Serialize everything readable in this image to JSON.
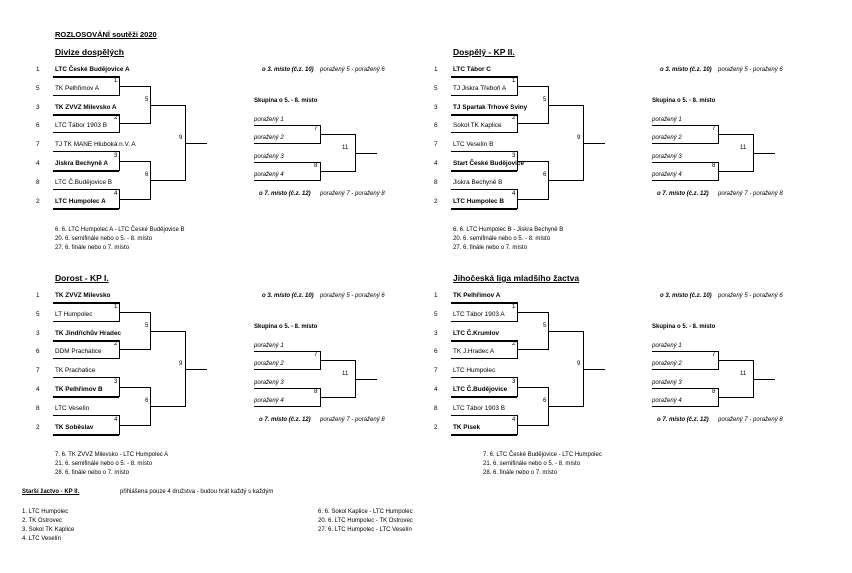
{
  "title": "ROZLOSOVÁNÍ soutěží 2020",
  "brackets": [
    {
      "name": "Divize dospělých",
      "seeds": [
        "1",
        "5",
        "3",
        "6",
        "7",
        "4",
        "8",
        "2"
      ],
      "teams": [
        "LTC České Budějovice A",
        "TK Pelhřimov A",
        "TK ZVVZ Milevsko A",
        "LTC Tábor 1903 B",
        "TJ TK MANE Hluboká n.V. A",
        "Jiskra Bechyně A",
        "LTC Č.Budějovice B",
        "LTC Humpolec A"
      ],
      "bold": [
        true,
        false,
        true,
        false,
        false,
        true,
        false,
        true
      ],
      "r1": [
        "1",
        "2",
        "3",
        "4"
      ],
      "sf": [
        "5",
        "6"
      ],
      "final": "9",
      "third": "o 3. místo (č.z. 10)",
      "third_score": "poražený 5 - poražený 6",
      "group_title": "Skupina o 5. - 8. místo",
      "group": [
        "poražený 1",
        "poražený 2",
        "poražený 3",
        "poražený 4"
      ],
      "group_sf": [
        "7",
        "8"
      ],
      "group_final": "11",
      "seventh": "o 7. místo (č.z. 12)",
      "seventh_score": "poražený 7 - poražený 8",
      "notes": [
        "6. 6. LTC Humpolec A - LTC České Budějovice B",
        "20. 6. semifinále nebo o 5. - 8. místo",
        "27. 6. finále nebo o 7. místo"
      ]
    },
    {
      "name": "Dospělý - KP II.",
      "seeds": [
        "1",
        "5",
        "3",
        "6",
        "7",
        "4",
        "8",
        "2"
      ],
      "teams": [
        "LTC Tábor C",
        "TJ Jiskra Třeboň A",
        "TJ Spartak Trhové Sviny",
        "Sokol TK Kaplice",
        "LTC Veselín B",
        "Start České Budějovice",
        "Jiskra Bechyně B",
        "LTC Humpolec B"
      ],
      "bold": [
        true,
        false,
        true,
        false,
        false,
        true,
        false,
        true
      ],
      "r1": [
        "1",
        "2",
        "3",
        "4"
      ],
      "sf": [
        "5",
        "6"
      ],
      "final": "9",
      "third": "o 3. místo (č.z. 10)",
      "third_score": "poražený 5 - poražený 6",
      "group_title": "Skupina o 5. - 8. místo",
      "group": [
        "poražený 1",
        "poražený 2",
        "poražený 3",
        "poražený 4"
      ],
      "group_sf": [
        "7",
        "8"
      ],
      "group_final": "11",
      "seventh": "o 7. místo (č.z. 12)",
      "seventh_score": "poražený 7 - poražený 8",
      "notes": [
        "6. 6. LTC Humpolec B - Jiskra Bechyně B",
        "20. 6. semifinále nebo o 5. - 8. místo",
        "27. 6. finále nebo o 7. místo"
      ]
    },
    {
      "name": "Dorost - KP I.",
      "seeds": [
        "1",
        "5",
        "3",
        "6",
        "7",
        "4",
        "8",
        "2"
      ],
      "teams": [
        "TK ZVVZ Milevsko",
        "LT Humpolec",
        "TK Jindřichův Hradec",
        "DDM Prachatice",
        "TK Prachatice",
        "TK Pelhřimov B",
        "LTC Veselín",
        "TK Soběslav"
      ],
      "bold": [
        true,
        false,
        true,
        false,
        false,
        true,
        false,
        true
      ],
      "r1": [
        "1",
        "2",
        "3",
        "4"
      ],
      "sf": [
        "5",
        "6"
      ],
      "final": "9",
      "third": "o 3. místo (č.z. 10)",
      "third_score": "poražený 5 - poražený 6",
      "group_title": "Skupina o 5. - 8. místo",
      "group": [
        "poražený 1",
        "poražený 2",
        "poražený 3",
        "poražený 4"
      ],
      "group_sf": [
        "7",
        "8"
      ],
      "group_final": "11",
      "seventh": "o 7. místo (č.z. 12)",
      "seventh_score": "poražený 7 - poražený 8",
      "notes": [
        "7. 6. TK ZVVZ Milevsko - LTC Humpolec A",
        "21. 6. semifinále nebo o 5. - 8. místo",
        "28. 6. finále nebo o 7. místo"
      ]
    },
    {
      "name": "Jihočeská liga mladšího žactva",
      "seeds": [
        "1",
        "5",
        "3",
        "6",
        "7",
        "4",
        "8",
        "2"
      ],
      "teams": [
        "TK Pelhřimov A",
        "LTC Tábor 1903 A",
        "LTC Č.Krumlov",
        "TK J.Hradec A",
        "LTC Humpolec",
        "LTC Č.Budějovice",
        "LTC Tábor 1903 B",
        "TK Písek"
      ],
      "bold": [
        true,
        false,
        true,
        false,
        false,
        true,
        false,
        true
      ],
      "r1": [
        "1",
        "2",
        "3",
        "4"
      ],
      "sf": [
        "5",
        "6"
      ],
      "final": "9",
      "third": "o 3. místo (č.z. 10)",
      "third_score": "poražený 5 - poražený 6",
      "group_title": "Skupina o 5. - 8. místo",
      "group": [
        "poražený 1",
        "poražený 2",
        "poražený 3",
        "poražený 4"
      ],
      "group_sf": [
        "7",
        "8"
      ],
      "group_final": "11",
      "seventh": "o 7. místo (č.z. 12)",
      "seventh_score": "poražený 7 - poražený 8",
      "notes": [
        "7. 6. LTC České Budějovice - LTC Humpolec",
        "21. 6. semifinále nebo o 5. - 8. místo",
        "28. 6. finále nebo o 7. místo"
      ]
    }
  ],
  "starsi": {
    "name": "Starší žactvo - KP II.",
    "info": "přihlášena pouze 4 družstva - budou hrát každý s každým",
    "teams": [
      "1. LTC Humpolec",
      "2. TK Ostrovec",
      "3. Sokol TK Kaplice",
      "4. LTC Veselín"
    ],
    "matches": [
      "6. 6. Sokol Kaplice - LTC Humpolec",
      "20. 6. LTC Humpolec - TK Ostrovec",
      "27. 6. LTC Humpolec - LTC Veselín"
    ]
  }
}
